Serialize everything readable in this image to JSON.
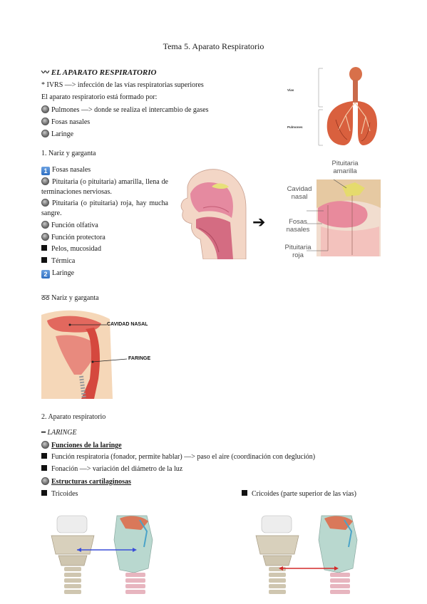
{
  "title": "Tema 5. Aparato Respiratorio",
  "section_main": "EL APARATO RESPIRATORIO",
  "intro": {
    "ivrs": "* IVRS —> infección de las vías respiratorias superiores",
    "formed_by": "El aparato respiratorio está formado por:",
    "items": [
      "Pulmones —> donde se realiza el intercambio de gases",
      "Fosas nasales",
      "Laringe"
    ]
  },
  "nariz": {
    "heading": "1. Nariz y garganta",
    "badge1": "1",
    "fosas": "Fosas nasales",
    "pit_amarilla": "Pituitaria (o pituitaria) amarilla, llena de terminaciones nerviosas.",
    "pit_roja": "Pituitaria (o pituitaria) roja, hay mucha sangre.",
    "funcion_olfativa": "Función olfativa",
    "funcion_protectora": "Función protectora",
    "pelos": "Pelos, mucosidad",
    "termica": "Térmica",
    "badge2": "2",
    "laringe": "Laringe"
  },
  "nariz2": {
    "marker": "ठठ",
    "heading": "Nariz y garganta"
  },
  "figure_lungs": {
    "label_vias": "Vías",
    "label_pulmones": "Pulmones"
  },
  "figure_nose": {
    "arrow": "➔",
    "pit_amarilla": "Pituitaria\namarilla",
    "cavidad": "Cavidad\nnasal",
    "fosas": "Fosas\nnasales",
    "pit_roja": "Pituitaria\nroja"
  },
  "figure_throat": {
    "cavidad": "CAVIDAD NASAL",
    "faringe": "FARINGE"
  },
  "aparato": {
    "heading": "2. Aparato respiratorio",
    "laringe": "LARINGE",
    "funciones": "Funciones de la laringe",
    "funcion_resp": "Función respiratoria (fonador, permite hablar)  —> paso el aire (coordinación con deglución)",
    "fonacion": "Fonación —> variación del diámetro de la luz",
    "estructuras": "Estructuras cartilaginosas",
    "tricoides": "Tricoides",
    "cricoides": "Cricoides (parte superior de las vías)"
  },
  "colors": {
    "arrow_blue": "#3b4fd8",
    "arrow_red": "#d32a2a",
    "lung_red": "#d35a3a",
    "tissue_pink": "#e8a0a0",
    "cartilage": "#d8d0c0"
  }
}
